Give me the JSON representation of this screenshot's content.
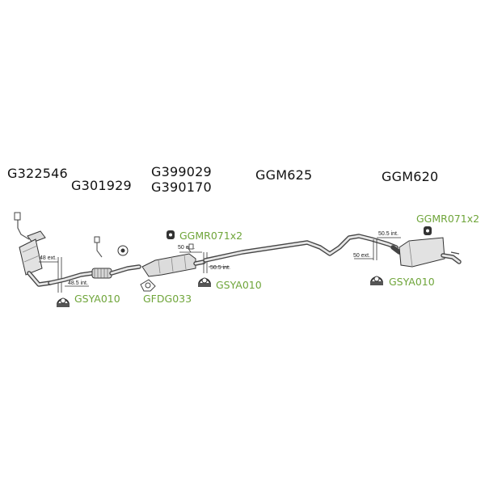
{
  "parts": {
    "downpipe_cat": "G322546",
    "flex_pipe": "G301929",
    "dpf_a": "G399029",
    "dpf_b": "G390170",
    "centre_pipe": "GGM625",
    "rear_silencer": "GGM620"
  },
  "accessories": {
    "rubber_mount_centre": "GGMR071x2",
    "rubber_mount_rear": "GGMR071x2",
    "clamp_front": "GSYA010",
    "clamp_centre": "GSYA010",
    "clamp_rear": "GSYA010",
    "gasket": "GFDG033"
  },
  "dimensions": {
    "d1": "48 ext.",
    "d2": "48.5 int.",
    "d3": "50 ext.",
    "d4": "50.5 int.",
    "d5": "50.5 int.",
    "d6": "50 ext."
  },
  "colors": {
    "accessory_label": "#6fa53a",
    "part_label": "#111111",
    "line": "#444444"
  }
}
